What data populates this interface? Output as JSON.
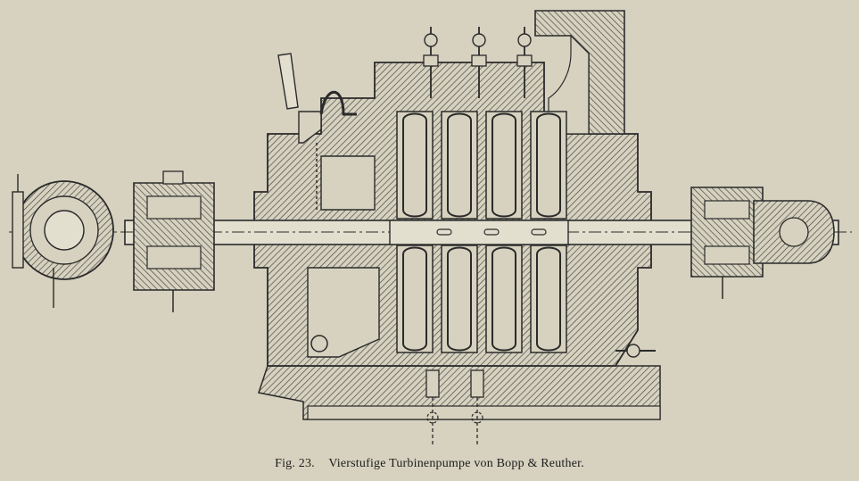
{
  "caption": {
    "figure_number": "Fig. 23.",
    "title": "Vierstufige Turbinenpumpe von Bopp & Reuther."
  },
  "drawing": {
    "subject": "four-stage turbine pump, sectional view",
    "stages": 4,
    "colors": {
      "paper": "#d6d2bf",
      "ink": "#2a2a2a",
      "hatch": "#4a4a46"
    }
  }
}
